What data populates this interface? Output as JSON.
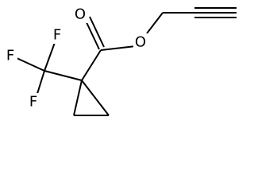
{
  "structure": {
    "atoms": {
      "oxygen_carbonyl": "O",
      "oxygen_ester": "O",
      "fluorine_top": "F",
      "fluorine_left": "F",
      "fluorine_bottom": "F"
    }
  },
  "colors": {
    "bond": "#000000",
    "label": "#000000",
    "background": "#ffffff"
  }
}
